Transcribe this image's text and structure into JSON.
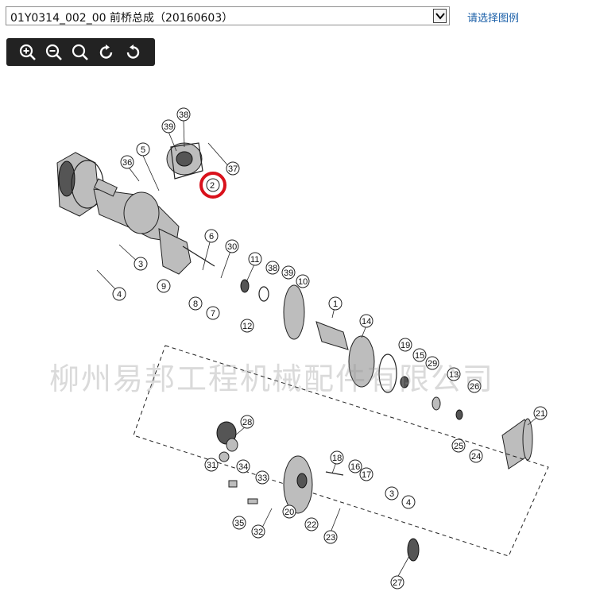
{
  "header": {
    "diagram_select_value": "01Y0314_002_00 前桥总成（20160603）",
    "pick_link_label": "请选择图例"
  },
  "toolbar": {
    "tools": [
      {
        "name": "zoom-in-icon"
      },
      {
        "name": "zoom-out-icon"
      },
      {
        "name": "zoom-reset-icon"
      },
      {
        "name": "rotate-cw-icon"
      },
      {
        "name": "rotate-ccw-icon"
      }
    ]
  },
  "diagram": {
    "watermark": "柳州易邦工程机械配件有限公司",
    "highlight_color": "#d9111b",
    "selected_callout": "2",
    "callouts": [
      "38",
      "39",
      "5",
      "36",
      "37",
      "2",
      "6",
      "3",
      "30",
      "11",
      "38",
      "39",
      "10",
      "9",
      "8",
      "7",
      "12",
      "4",
      "1",
      "14",
      "19",
      "15",
      "29",
      "13",
      "26",
      "21",
      "28",
      "25",
      "24",
      "31",
      "34",
      "18",
      "16",
      "17",
      "33",
      "3",
      "4",
      "20",
      "22",
      "35",
      "32",
      "23",
      "27"
    ]
  }
}
